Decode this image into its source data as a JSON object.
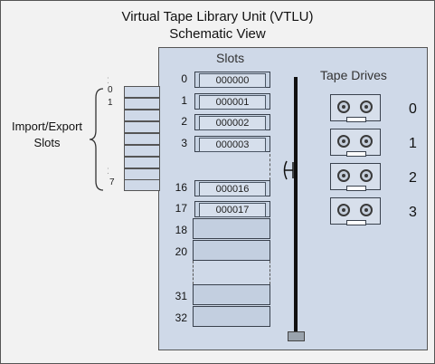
{
  "title": {
    "line1": "Virtual Tape Library Unit (VTLU)",
    "line2": "Schematic View"
  },
  "slots_header": "Slots",
  "tape_drives_header": "Tape Drives",
  "import_export_label": {
    "line1": "Import/Export",
    "line2": "Slots"
  },
  "import_export_numbers": [
    "0",
    "1",
    "7"
  ],
  "labeled_slots": [
    {
      "number": "0",
      "label": "000000"
    },
    {
      "number": "1",
      "label": "000001"
    },
    {
      "number": "2",
      "label": "000002"
    },
    {
      "number": "3",
      "label": "000003"
    },
    {
      "number": "16",
      "label": "000016"
    },
    {
      "number": "17",
      "label": "000017"
    }
  ],
  "empty_slots": [
    "18",
    "20",
    "31",
    "32"
  ],
  "drives": [
    "0",
    "1",
    "2",
    "3"
  ],
  "colors": {
    "unit_background": "#cfd9e8",
    "frame_background": "#f2f2f2",
    "outline": "#39414d"
  }
}
